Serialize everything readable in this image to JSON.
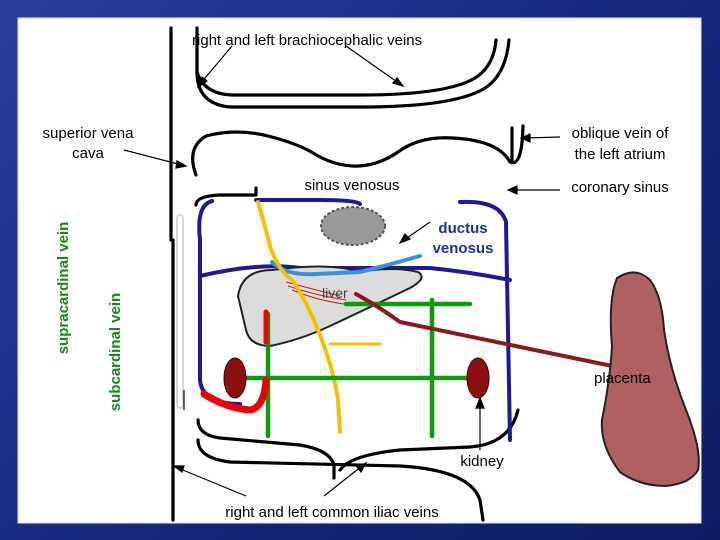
{
  "labels": {
    "brachiocephalic": "right and left brachiocephalic veins",
    "svc_line1": "superior vena",
    "svc_line2": "cava",
    "oblique_line1": "oblique vein of",
    "oblique_line2": "the left atrium",
    "sinus_venosus": "sinus venosus",
    "coronary_sinus": "coronary sinus",
    "ductus_line1": "ductus",
    "ductus_line2": "venosus",
    "liver": "liver",
    "placenta": "placenta",
    "kidney": "kidney",
    "iliac": "right and left common iliac veins",
    "supracardinal": "supracardinal vein",
    "subcardinal": "subcardinal vein"
  },
  "colors": {
    "background": "#1c2f8a",
    "panel": "#ffffff",
    "vein_outline": "#000000",
    "supracardinal_label": "#168a16",
    "subcardinal_label": "#168a16",
    "ductus_label": "#1a2fa8",
    "cardinal_blue": "#1a1a9a",
    "umbilical_yellow": "#f2c200",
    "vitelline_light_blue": "#3b8fe0",
    "sub_green": "#0e9a0e",
    "red_vein": "#ee0000",
    "umbilical_brown": "#8b1a1a",
    "placenta_fill": "#b06060",
    "kidney_fill": "#8b1010",
    "liver_fill": "#dcdcdc",
    "sinus_fill": "#999999"
  }
}
